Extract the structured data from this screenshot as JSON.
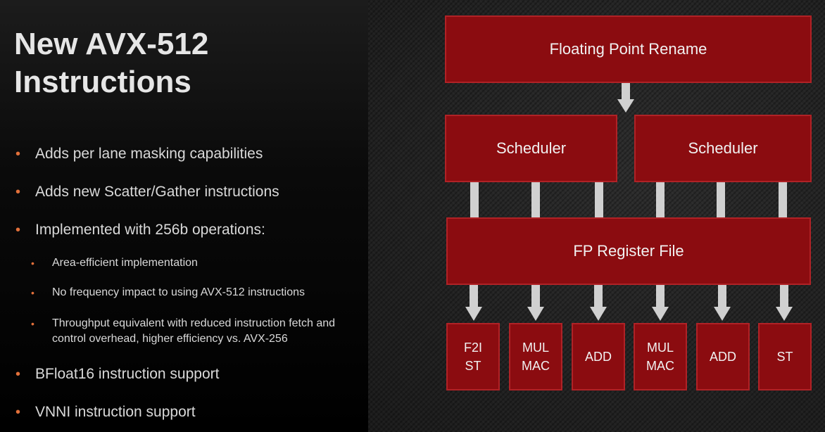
{
  "slide": {
    "title": "New AVX-512 Instructions",
    "bullets": [
      "Adds per lane masking capabilities",
      "Adds new Scatter/Gather instructions",
      "Implemented with 256b operations:"
    ],
    "sub_bullets": [
      "Area-efficient implementation",
      "No frequency impact to using AVX-512 instructions",
      "Throughput equivalent with reduced instruction fetch and control overhead, higher efficiency vs. AVX-256"
    ],
    "bullets_after": [
      "BFloat16 instruction support",
      "VNNI instruction support"
    ],
    "bullet_color": "#e2703a"
  },
  "diagram": {
    "rename": "Floating Point Rename",
    "scheduler_left": "Scheduler",
    "scheduler_right": "Scheduler",
    "register_file": "FP Register File",
    "units": [
      "F2I\nST",
      "MUL\nMAC",
      "ADD",
      "MUL\nMAC",
      "ADD",
      "ST"
    ],
    "box_color": "#8b0c10",
    "arrow_color": "#d0d0d0"
  }
}
